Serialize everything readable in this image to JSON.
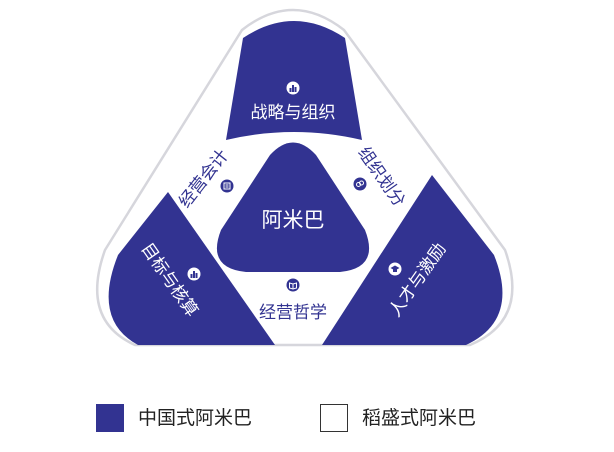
{
  "colors": {
    "primary": "#323391",
    "light": "#ffffff",
    "outline": "#d6d6dc"
  },
  "diagram": {
    "center": "阿米巴",
    "top": "战略与组织",
    "left": "目标与核算",
    "right": "人才与激励",
    "inner_left": "经营会计",
    "inner_right": "组织划分",
    "inner_bottom": "经营哲学",
    "icons": {
      "top": "bar-chart-icon",
      "left": "bar-chart-icon",
      "right": "graduation-cap-icon",
      "inner_left": "report-icon",
      "inner_right": "link-icon",
      "inner_bottom": "book-icon"
    }
  },
  "legend": [
    {
      "label": "中国式阿米巴",
      "color": "#323391"
    },
    {
      "label": "稻盛式阿米巴",
      "color": "#ffffff"
    }
  ]
}
